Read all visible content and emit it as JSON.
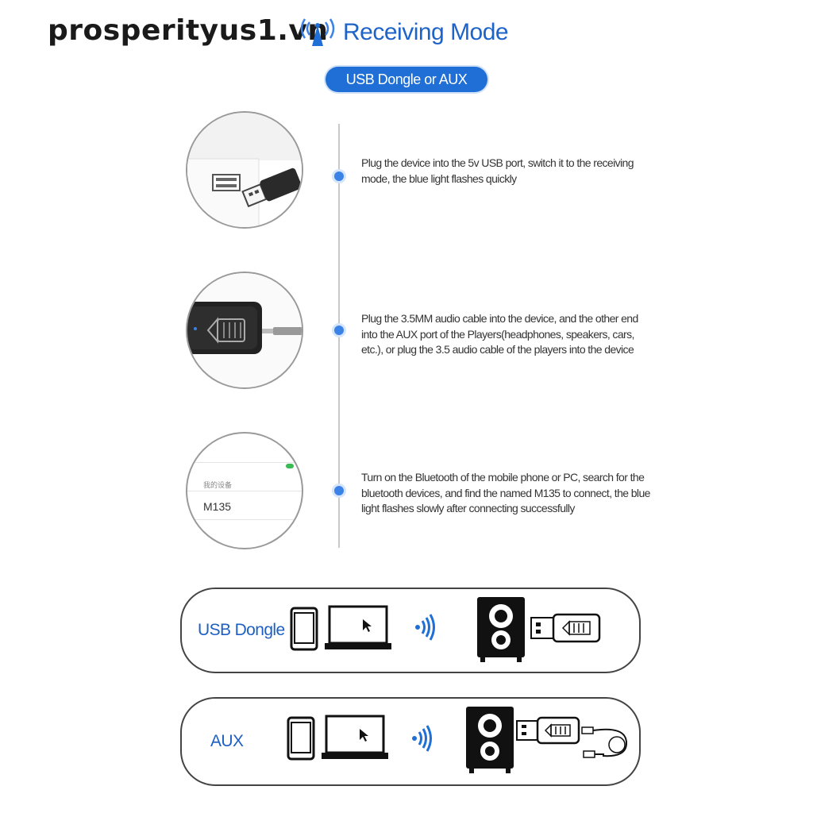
{
  "watermark": "prosperityus1.vn",
  "header": {
    "title": "Receiving Mode",
    "subtitle_pill": "USB Dongle or AUX"
  },
  "steps": [
    {
      "text": "Plug the device into the 5v USB port, switch it to the receiving mode, the blue light flashes quickly",
      "icon": "usb-port-photo"
    },
    {
      "text": "Plug the 3.5MM audio cable into the device, and the other end into the AUX port of the Players(headphones, speakers, cars, etc.), or plug the 3.5 audio cable of the players into the device",
      "icon": "aux-cable-photo"
    },
    {
      "text": "Turn on the Bluetooth of the mobile phone or PC, search for the bluetooth devices, and find the named M135 to connect, the blue light flashes slowly after connecting successfully",
      "icon": "bluetooth-list-photo",
      "screen": {
        "section_label": "我的设备",
        "device_name": "M135"
      }
    }
  ],
  "modes": [
    {
      "label": "USB Dongle"
    },
    {
      "label": "AUX"
    }
  ],
  "colors": {
    "accent": "#1f6fd6",
    "dot": "#3b82e6",
    "text": "#333333"
  }
}
